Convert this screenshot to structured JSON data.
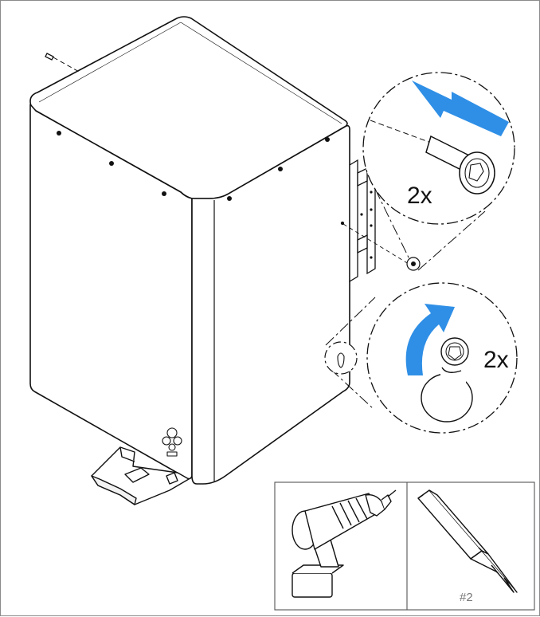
{
  "callout_top": {
    "quantity_label": "2x"
  },
  "callout_bottom": {
    "quantity_label": "2x"
  },
  "tools": {
    "screwdriver_bit_label": "#2"
  },
  "colors": {
    "arrow_blue": "#2f8fe6",
    "line": "#111111",
    "frame": "#8a8a8a"
  },
  "icons": [
    "push-arrow-icon",
    "rotate-arrow-icon",
    "drill-icon",
    "screwdriver-bit-icon",
    "screw-icon"
  ]
}
